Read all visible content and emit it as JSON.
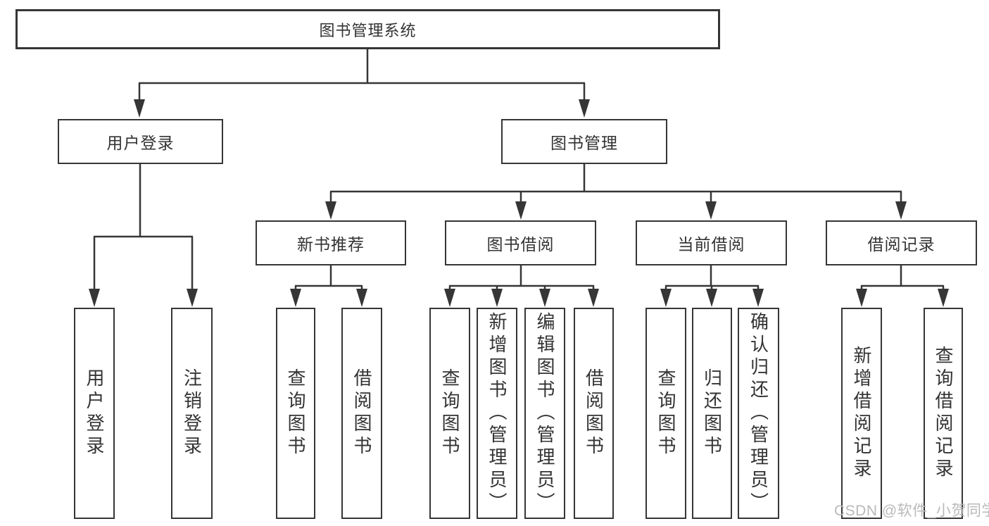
{
  "colors": {
    "line": "#363636",
    "text": "#333333",
    "watermark": "#b9b9b9",
    "background": "#ffffff"
  },
  "watermark": "CSDN @软件_小贺同学",
  "tree": {
    "root": {
      "label": "图书管理系统"
    },
    "branches": [
      {
        "label": "用户登录",
        "children": [
          {
            "label": "用户登录"
          },
          {
            "label": "注销登录"
          }
        ]
      },
      {
        "label": "图书管理",
        "children": [
          {
            "label": "新书推荐",
            "children": [
              {
                "label": "查询图书"
              },
              {
                "label": "借阅图书"
              }
            ]
          },
          {
            "label": "图书借阅",
            "children": [
              {
                "label": "查询图书"
              },
              {
                "label": "新增图书（管理员）"
              },
              {
                "label": "编辑图书（管理员）"
              },
              {
                "label": "借阅图书"
              }
            ]
          },
          {
            "label": "当前借阅",
            "children": [
              {
                "label": "查询图书"
              },
              {
                "label": "归还图书"
              },
              {
                "label": "确认归还（管理员）"
              }
            ]
          },
          {
            "label": "借阅记录",
            "children": [
              {
                "label": "新增借阅记录"
              },
              {
                "label": "查询借阅记录"
              }
            ]
          }
        ]
      }
    ]
  }
}
